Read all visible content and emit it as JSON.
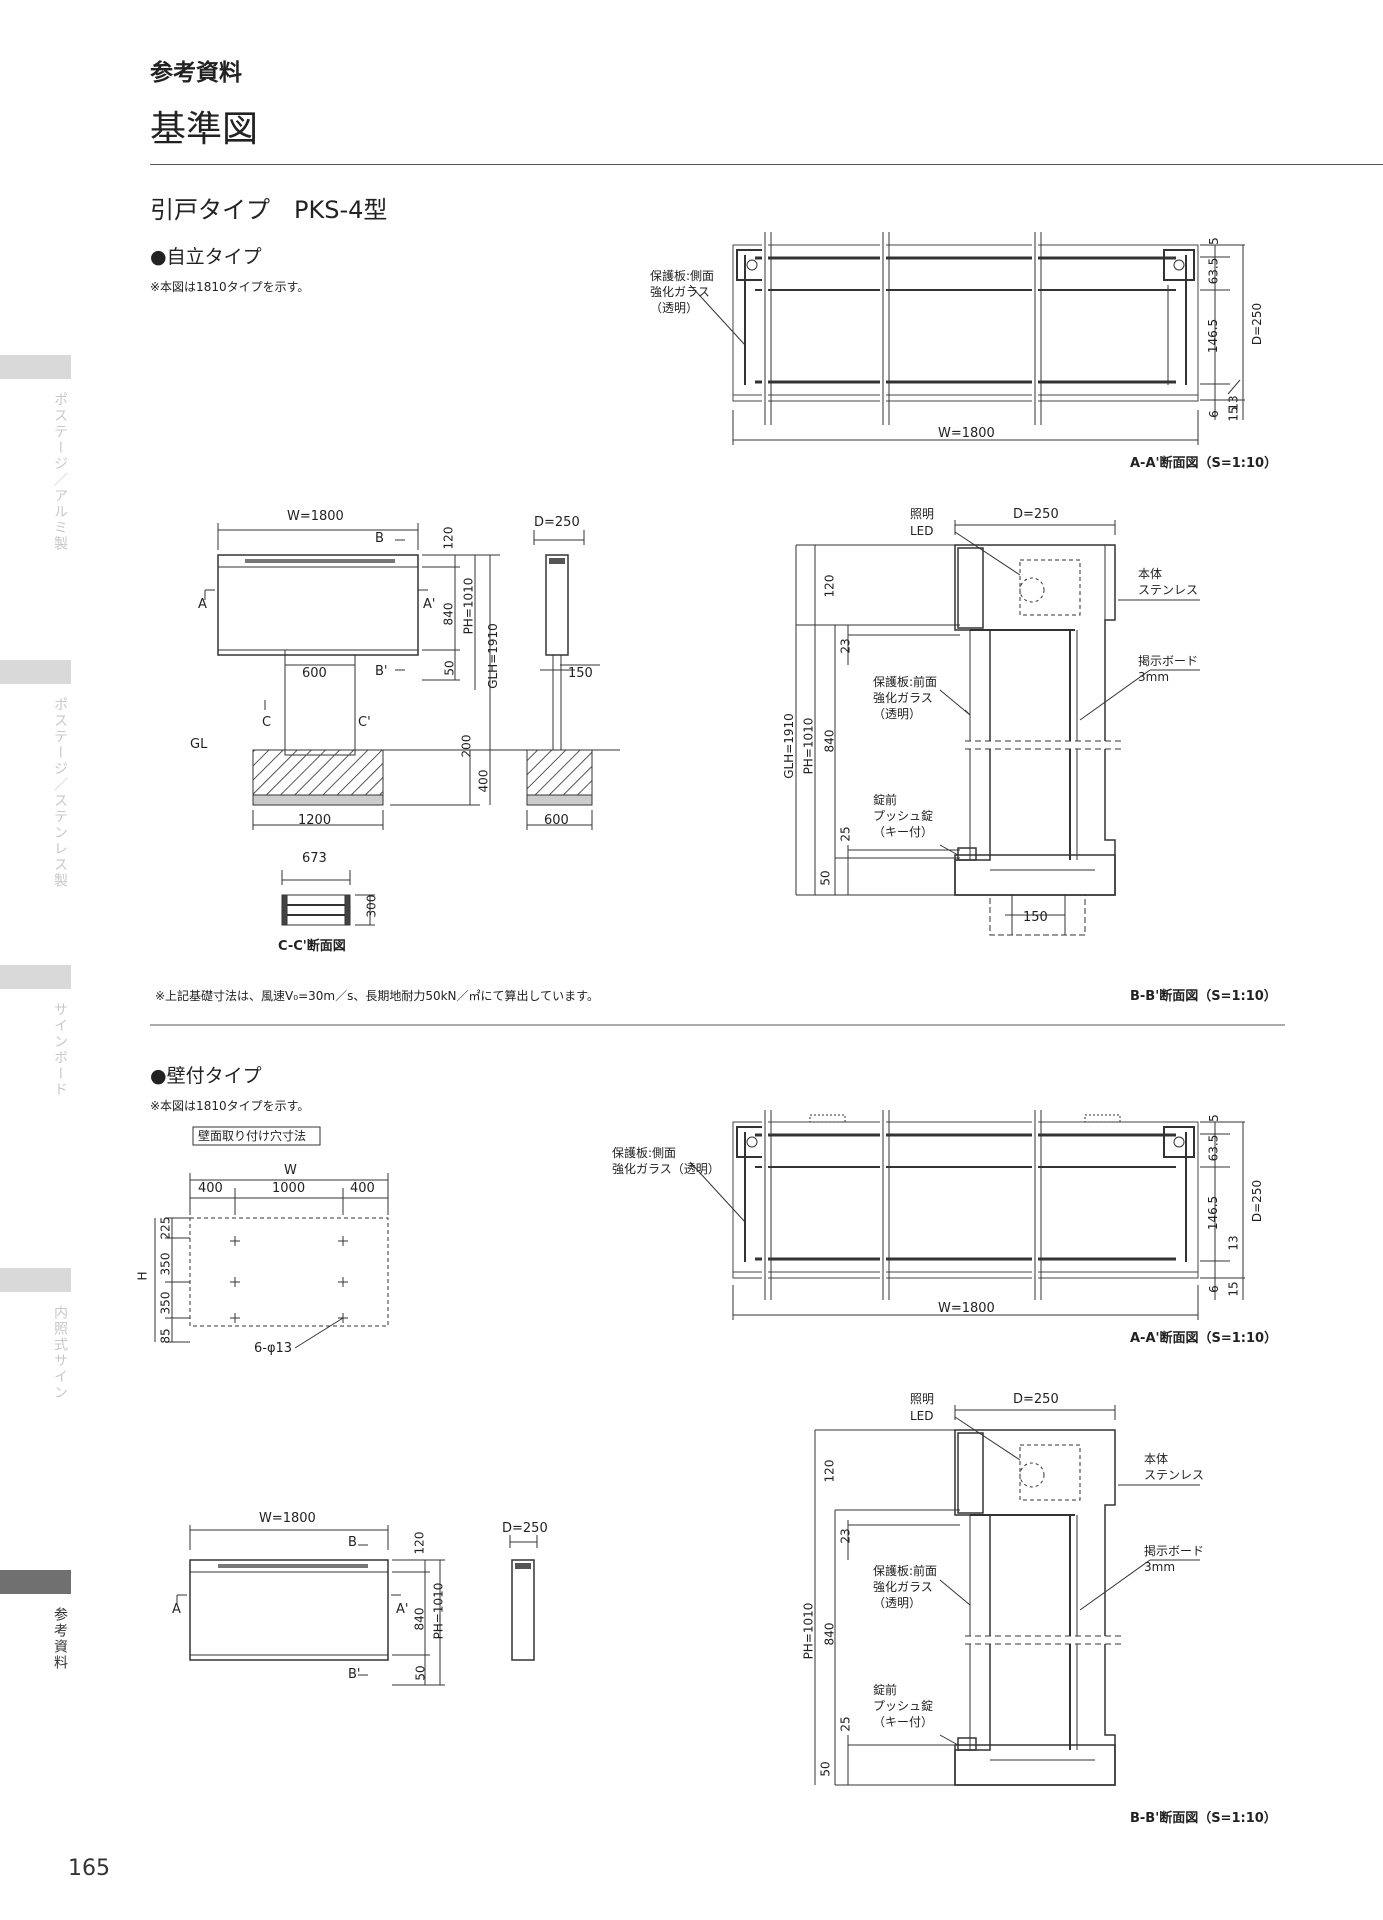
{
  "header": {
    "category": "参考資料",
    "title": "基準図"
  },
  "section": {
    "title": "引戸タイプ　PKS-4型"
  },
  "freestanding": {
    "heading": "●自立タイプ",
    "note": "※本図は1810タイプを示す。",
    "aa_label": "A-A'断面図（S=1:10）",
    "bb_label": "B-B'断面図（S=1:10）",
    "cc_label": "C-C'断面図",
    "foundation_note": "※上記基礎寸法は、風速V₀=30m／s、長期地耐力50kN／㎡にて算出しています。",
    "aa": {
      "glass": [
        "保護板:側面",
        "強化ガラス",
        "（透明）"
      ],
      "w": "W=1800",
      "d5": "5",
      "d635": "63.5",
      "d1465": "146.5",
      "d13": "13",
      "d6": "6",
      "d15": "15",
      "d250": "D=250"
    },
    "front": {
      "w": "W=1800",
      "b": "B",
      "bp": "B'",
      "a": "A",
      "ap": "A'",
      "d120": "120",
      "d840": "840",
      "d50": "50",
      "ph": "PH=1010",
      "glh": "GLH=1910",
      "d600": "600",
      "c": "C",
      "cp": "C'",
      "gl": "GL",
      "d200": "200",
      "d400": "400",
      "d1200": "1200"
    },
    "side": {
      "d250": "D=250",
      "d150": "150",
      "d600": "600"
    },
    "cc": {
      "d673": "673",
      "d300": "300"
    },
    "bb": {
      "led": [
        "照明",
        "LED"
      ],
      "d250": "D=250",
      "body": [
        "本体",
        "ステンレス"
      ],
      "board": [
        "掲示ボード",
        "3mm"
      ],
      "glass": [
        "保護板:前面",
        "強化ガラス",
        "（透明）"
      ],
      "lock": [
        "錠前",
        "プッシュ錠",
        "（キー付）"
      ],
      "d120": "120",
      "d23": "23",
      "d840": "840",
      "d25": "25",
      "d50": "50",
      "ph": "PH=1010",
      "glh": "GLH=1910",
      "d150": "150"
    }
  },
  "wall": {
    "heading": "●壁付タイプ",
    "note": "※本図は1810タイプを示す。",
    "hole_title": "壁面取り付け穴寸法",
    "hole": {
      "w": "W",
      "d400a": "400",
      "d1000": "1000",
      "d400b": "400",
      "h": "H",
      "d225": "225",
      "d350a": "350",
      "d350b": "350",
      "d85": "85",
      "holes": "6-φ13"
    },
    "aa_label": "A-A'断面図（S=1:10）",
    "bb_label": "B-B'断面図（S=1:10）",
    "aa": {
      "glass": [
        "保護板:側面",
        "強化ガラス（透明）"
      ],
      "w": "W=1800",
      "d5": "5",
      "d635": "63.5",
      "d1465": "146.5",
      "d13": "13",
      "d6": "6",
      "d15": "15",
      "d250": "D=250"
    },
    "front": {
      "w": "W=1800",
      "b": "B",
      "bp": "B'",
      "a": "A",
      "ap": "A'",
      "d120": "120",
      "d840": "840",
      "d50": "50",
      "ph": "PH=1010"
    },
    "side": {
      "d250": "D=250"
    },
    "bb": {
      "led": [
        "照明",
        "LED"
      ],
      "d250": "D=250",
      "body": [
        "本体",
        "ステンレス"
      ],
      "board": [
        "掲示ボード",
        "3mm"
      ],
      "glass": [
        "保護板:前面",
        "強化ガラス",
        "（透明）"
      ],
      "lock": [
        "錠前",
        "プッシュ錠",
        "（キー付）"
      ],
      "d120": "120",
      "d23": "23",
      "d840": "840",
      "d25": "25",
      "d50": "50",
      "ph": "PH=1010"
    }
  },
  "sidebar": {
    "items": [
      "ポステージ／アルミ製",
      "ポステージ／ステンレス製",
      "サインボード",
      "内照式サイン",
      "参考資料"
    ]
  },
  "page_number": "165"
}
